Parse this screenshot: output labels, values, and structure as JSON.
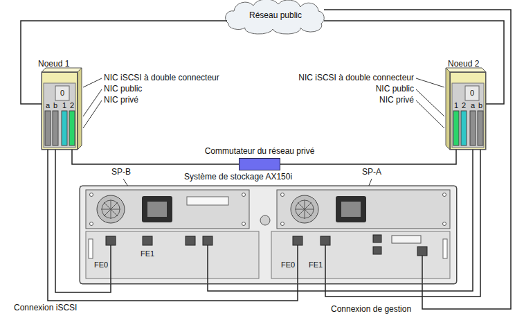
{
  "diagram": {
    "nodes": [
      {
        "text": [
          "Réseau public"
        ]
      },
      {
        "text": [
          "Noeud 1"
        ]
      },
      {
        "text": [
          "Noeud 2"
        ]
      },
      {
        "text": [
          "Commutateur du réseau privé"
        ]
      },
      {
        "text": [
          "Système de stockage AX150i"
        ]
      }
    ],
    "edges": [
      {
        "from": 0,
        "to": 1,
        "arrow": "none"
      },
      {
        "from": 0,
        "to": 2,
        "arrow": "none"
      },
      {
        "from": 1,
        "to": 3,
        "arrow": "none"
      },
      {
        "from": 3,
        "to": 2,
        "arrow": "none"
      },
      {
        "from": 1,
        "to": 4,
        "arrow": "none"
      },
      {
        "from": 1,
        "to": 4,
        "arrow": "none"
      },
      {
        "from": 2,
        "to": 4,
        "arrow": "none"
      },
      {
        "from": 2,
        "to": 4,
        "arrow": "none"
      },
      {
        "from": 4,
        "to": 0,
        "arrow": "none"
      }
    ],
    "labels": [
      "NIC iSCSI à double connecteur",
      "NIC public",
      "NIC privé",
      "0",
      "a",
      "b",
      "1",
      "2",
      "NIC iSCSI à double connecteur",
      "NIC public",
      "NIC privé",
      "0",
      "1",
      "2",
      "a",
      "b",
      "SP-B",
      "SP-A",
      "FE0",
      "FE1",
      "FE0",
      "FE1",
      "Connexion iSCSI",
      "Connexion de gestion"
    ]
  }
}
